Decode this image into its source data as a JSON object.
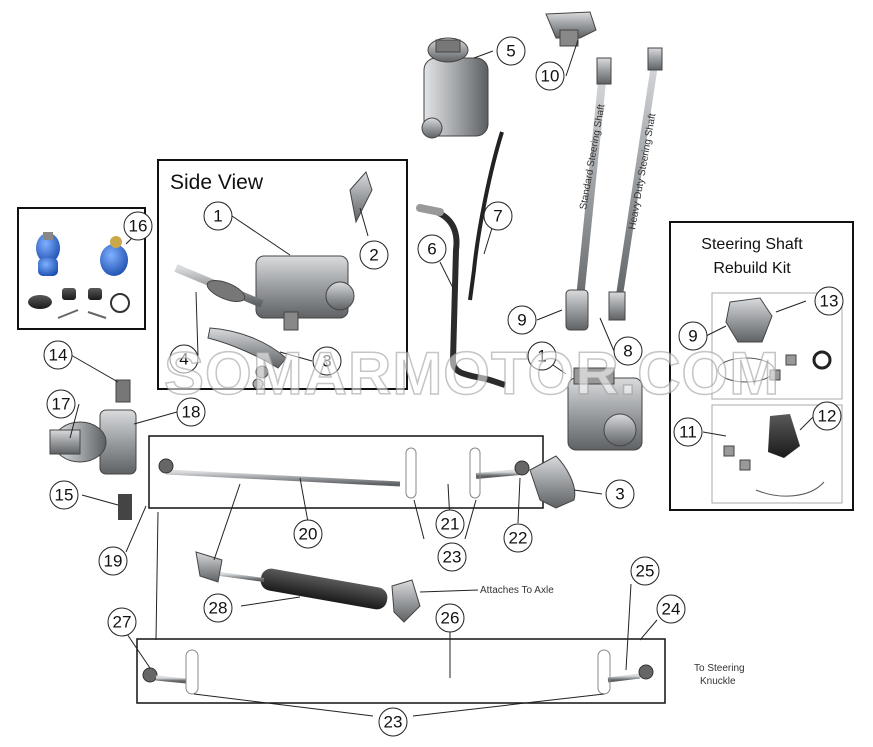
{
  "side_view": {
    "title": "Side View"
  },
  "rebuild_kit": {
    "title_line1": "Steering Shaft",
    "title_line2": "Rebuild Kit"
  },
  "shaft_labels": {
    "standard": "Standard Steering Shaft",
    "heavy_duty": "Heavy Duty Steering Shaft"
  },
  "notes": {
    "attaches_to_axle": "Attaches To Axle",
    "to_steering_line1": "To Steering",
    "to_steering_line2": "Knuckle"
  },
  "watermark": "SOMARMOTOR.COM",
  "callouts": {
    "c1_side": "1",
    "c2": "2",
    "c3_side": "3",
    "c4": "4",
    "c5": "5",
    "c6": "6",
    "c7": "7",
    "c8": "8",
    "c9_main": "9",
    "c10": "10",
    "c1_main": "1",
    "c3_main": "3",
    "c9_kit": "9",
    "c13": "13",
    "c11": "11",
    "c12": "12",
    "c14": "14",
    "c16": "16",
    "c17": "17",
    "c18": "18",
    "c15": "15",
    "c19": "19",
    "c20": "20",
    "c21": "21",
    "c22": "22",
    "c23_mid": "23",
    "c28": "28",
    "c24": "24",
    "c25": "25",
    "c26": "26",
    "c27": "27",
    "c23_bottom": "23"
  },
  "colors": {
    "ball_joint_blue": "#2f6fd6",
    "part_gray": "#8a8d90",
    "frame": "#111111"
  }
}
